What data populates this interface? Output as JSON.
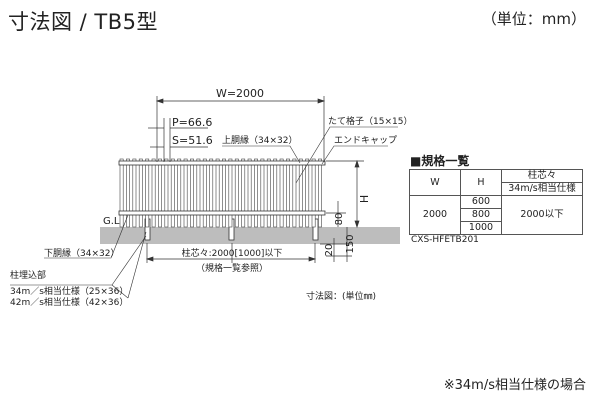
{
  "header": {
    "title": "寸法図 / TB5型",
    "unit": "（単位：mm）"
  },
  "drawing": {
    "width_label": "W=2000",
    "pitch_label": "P=66.6",
    "space_label": "S=51.6",
    "upper_rail": "上胴縁（34×32）",
    "vertical_bar": "たて格子（15×15）",
    "end_cap": "エンドキャップ",
    "height_label": "H",
    "gl_label": "G.L",
    "dim_80": "80",
    "dim_20": "20",
    "dim_150": "150",
    "lower_rail": "下胴縁（34×32）",
    "post_pitch": "柱芯々:2000[1000]以下",
    "post_pitch_note": "（規格一覧参照）",
    "embed_label": "柱埋込部",
    "embed_34": "34m／s相当仕様（25×36）",
    "embed_42": "42m／s相当仕様（42×36）",
    "unit_note": "寸法図：(単位㎜)"
  },
  "spec": {
    "heading": "■規格一覧",
    "col_w": "W",
    "col_h": "H",
    "col_post": "柱芯々",
    "col_post_sub": "34m/s相当仕様",
    "w_value": "2000",
    "h_values": [
      "600",
      "800",
      "1000"
    ],
    "post_value": "2000以下",
    "code": "CXS-HFETB201"
  },
  "footnote": "※34m/s相当仕様の場合"
}
